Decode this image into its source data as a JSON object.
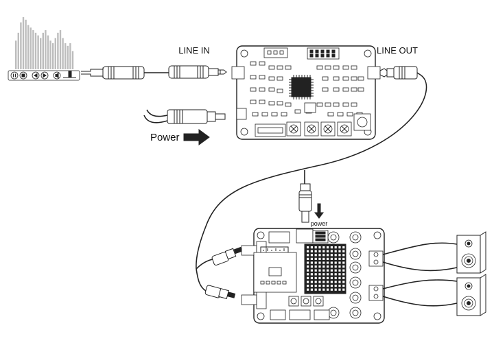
{
  "labels": {
    "line_in": "LINE IN",
    "line_out": "LINE OUT",
    "power": "Power",
    "power_small": "power"
  },
  "colors": {
    "ink": "#222222",
    "bar": "#bdbdbd",
    "background": "#ffffff"
  },
  "player": {
    "bar_levels": [
      0.55,
      0.7,
      0.9,
      1.0,
      0.95,
      0.85,
      0.8,
      0.75,
      0.7,
      0.65,
      0.6,
      0.7,
      0.75,
      0.65,
      0.55,
      0.5,
      0.6,
      0.7,
      0.75,
      0.6,
      0.5,
      0.45,
      0.5,
      0.35
    ],
    "control_icons": [
      "pause-icon",
      "stop-icon",
      "previous-icon",
      "next-icon",
      "volume-icon"
    ]
  }
}
